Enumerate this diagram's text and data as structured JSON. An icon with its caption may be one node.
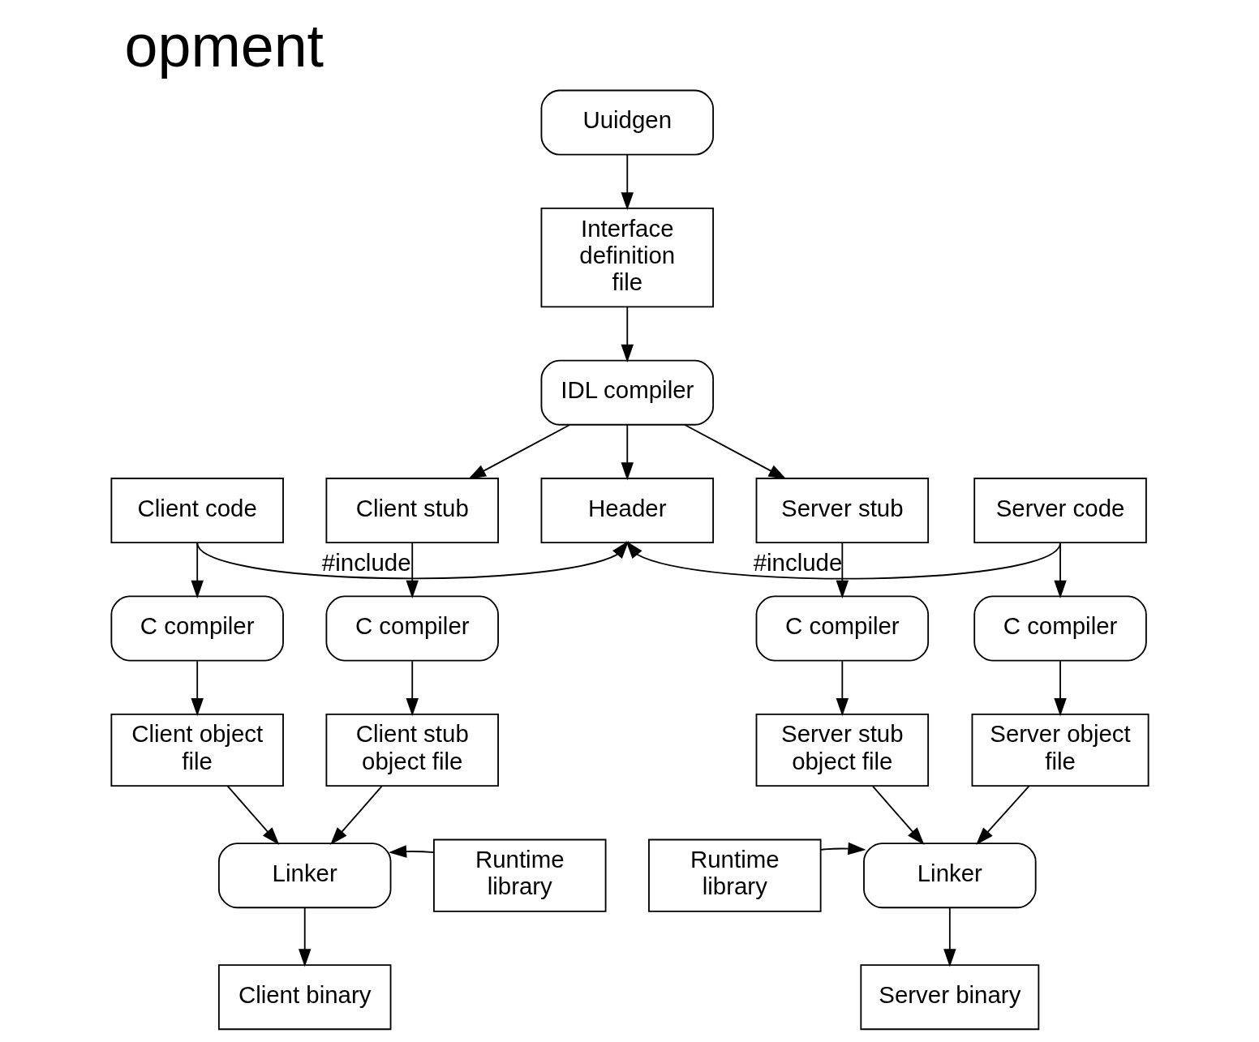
{
  "diagram": {
    "title": "opment",
    "nodes": [
      {
        "text": [
          "Uuidgen"
        ]
      },
      {
        "text": [
          "Interface definition file"
        ]
      },
      {
        "text": [
          "IDL compiler"
        ]
      },
      {
        "text": [
          "Client code"
        ]
      },
      {
        "text": [
          "Client stub"
        ]
      },
      {
        "text": [
          "Header"
        ]
      },
      {
        "text": [
          "Server stub"
        ]
      },
      {
        "text": [
          "Server code"
        ]
      },
      {
        "text": [
          "C compiler"
        ]
      },
      {
        "text": [
          "C compiler"
        ]
      },
      {
        "text": [
          "C compiler"
        ]
      },
      {
        "text": [
          "C compiler"
        ]
      },
      {
        "text": [
          "Client object file"
        ]
      },
      {
        "text": [
          "Client stub object file"
        ]
      },
      {
        "text": [
          "Server stub object file"
        ]
      },
      {
        "text": [
          "Server object file"
        ]
      },
      {
        "text": [
          "Linker"
        ]
      },
      {
        "text": [
          "Runtime library"
        ]
      },
      {
        "text": [
          "Runtime library"
        ]
      },
      {
        "text": [
          "Linker"
        ]
      },
      {
        "text": [
          "Client binary"
        ]
      },
      {
        "text": [
          "Server binary"
        ]
      }
    ],
    "edges": [
      {
        "from": 0,
        "to": 1,
        "arrow": "to"
      },
      {
        "from": 1,
        "to": 2,
        "arrow": "to"
      },
      {
        "from": 2,
        "to": 4,
        "arrow": "to"
      },
      {
        "from": 2,
        "to": 5,
        "arrow": "to"
      },
      {
        "from": 2,
        "to": 6,
        "arrow": "to"
      },
      {
        "from": 3,
        "to": 5,
        "arrow": "to",
        "label": "#include"
      },
      {
        "from": 7,
        "to": 5,
        "arrow": "to",
        "label": "#include"
      },
      {
        "from": 3,
        "to": 8,
        "arrow": "to"
      },
      {
        "from": 4,
        "to": 9,
        "arrow": "to"
      },
      {
        "from": 6,
        "to": 10,
        "arrow": "to"
      },
      {
        "from": 7,
        "to": 11,
        "arrow": "to"
      },
      {
        "from": 8,
        "to": 12,
        "arrow": "to"
      },
      {
        "from": 9,
        "to": 13,
        "arrow": "to"
      },
      {
        "from": 10,
        "to": 14,
        "arrow": "to"
      },
      {
        "from": 11,
        "to": 15,
        "arrow": "to"
      },
      {
        "from": 12,
        "to": 16,
        "arrow": "to"
      },
      {
        "from": 13,
        "to": 16,
        "arrow": "to"
      },
      {
        "from": 17,
        "to": 16,
        "arrow": "to"
      },
      {
        "from": 14,
        "to": 19,
        "arrow": "to"
      },
      {
        "from": 15,
        "to": 19,
        "arrow": "to"
      },
      {
        "from": 18,
        "to": 19,
        "arrow": "to"
      },
      {
        "from": 16,
        "to": 20,
        "arrow": "to"
      },
      {
        "from": 19,
        "to": 21,
        "arrow": "to"
      }
    ]
  }
}
